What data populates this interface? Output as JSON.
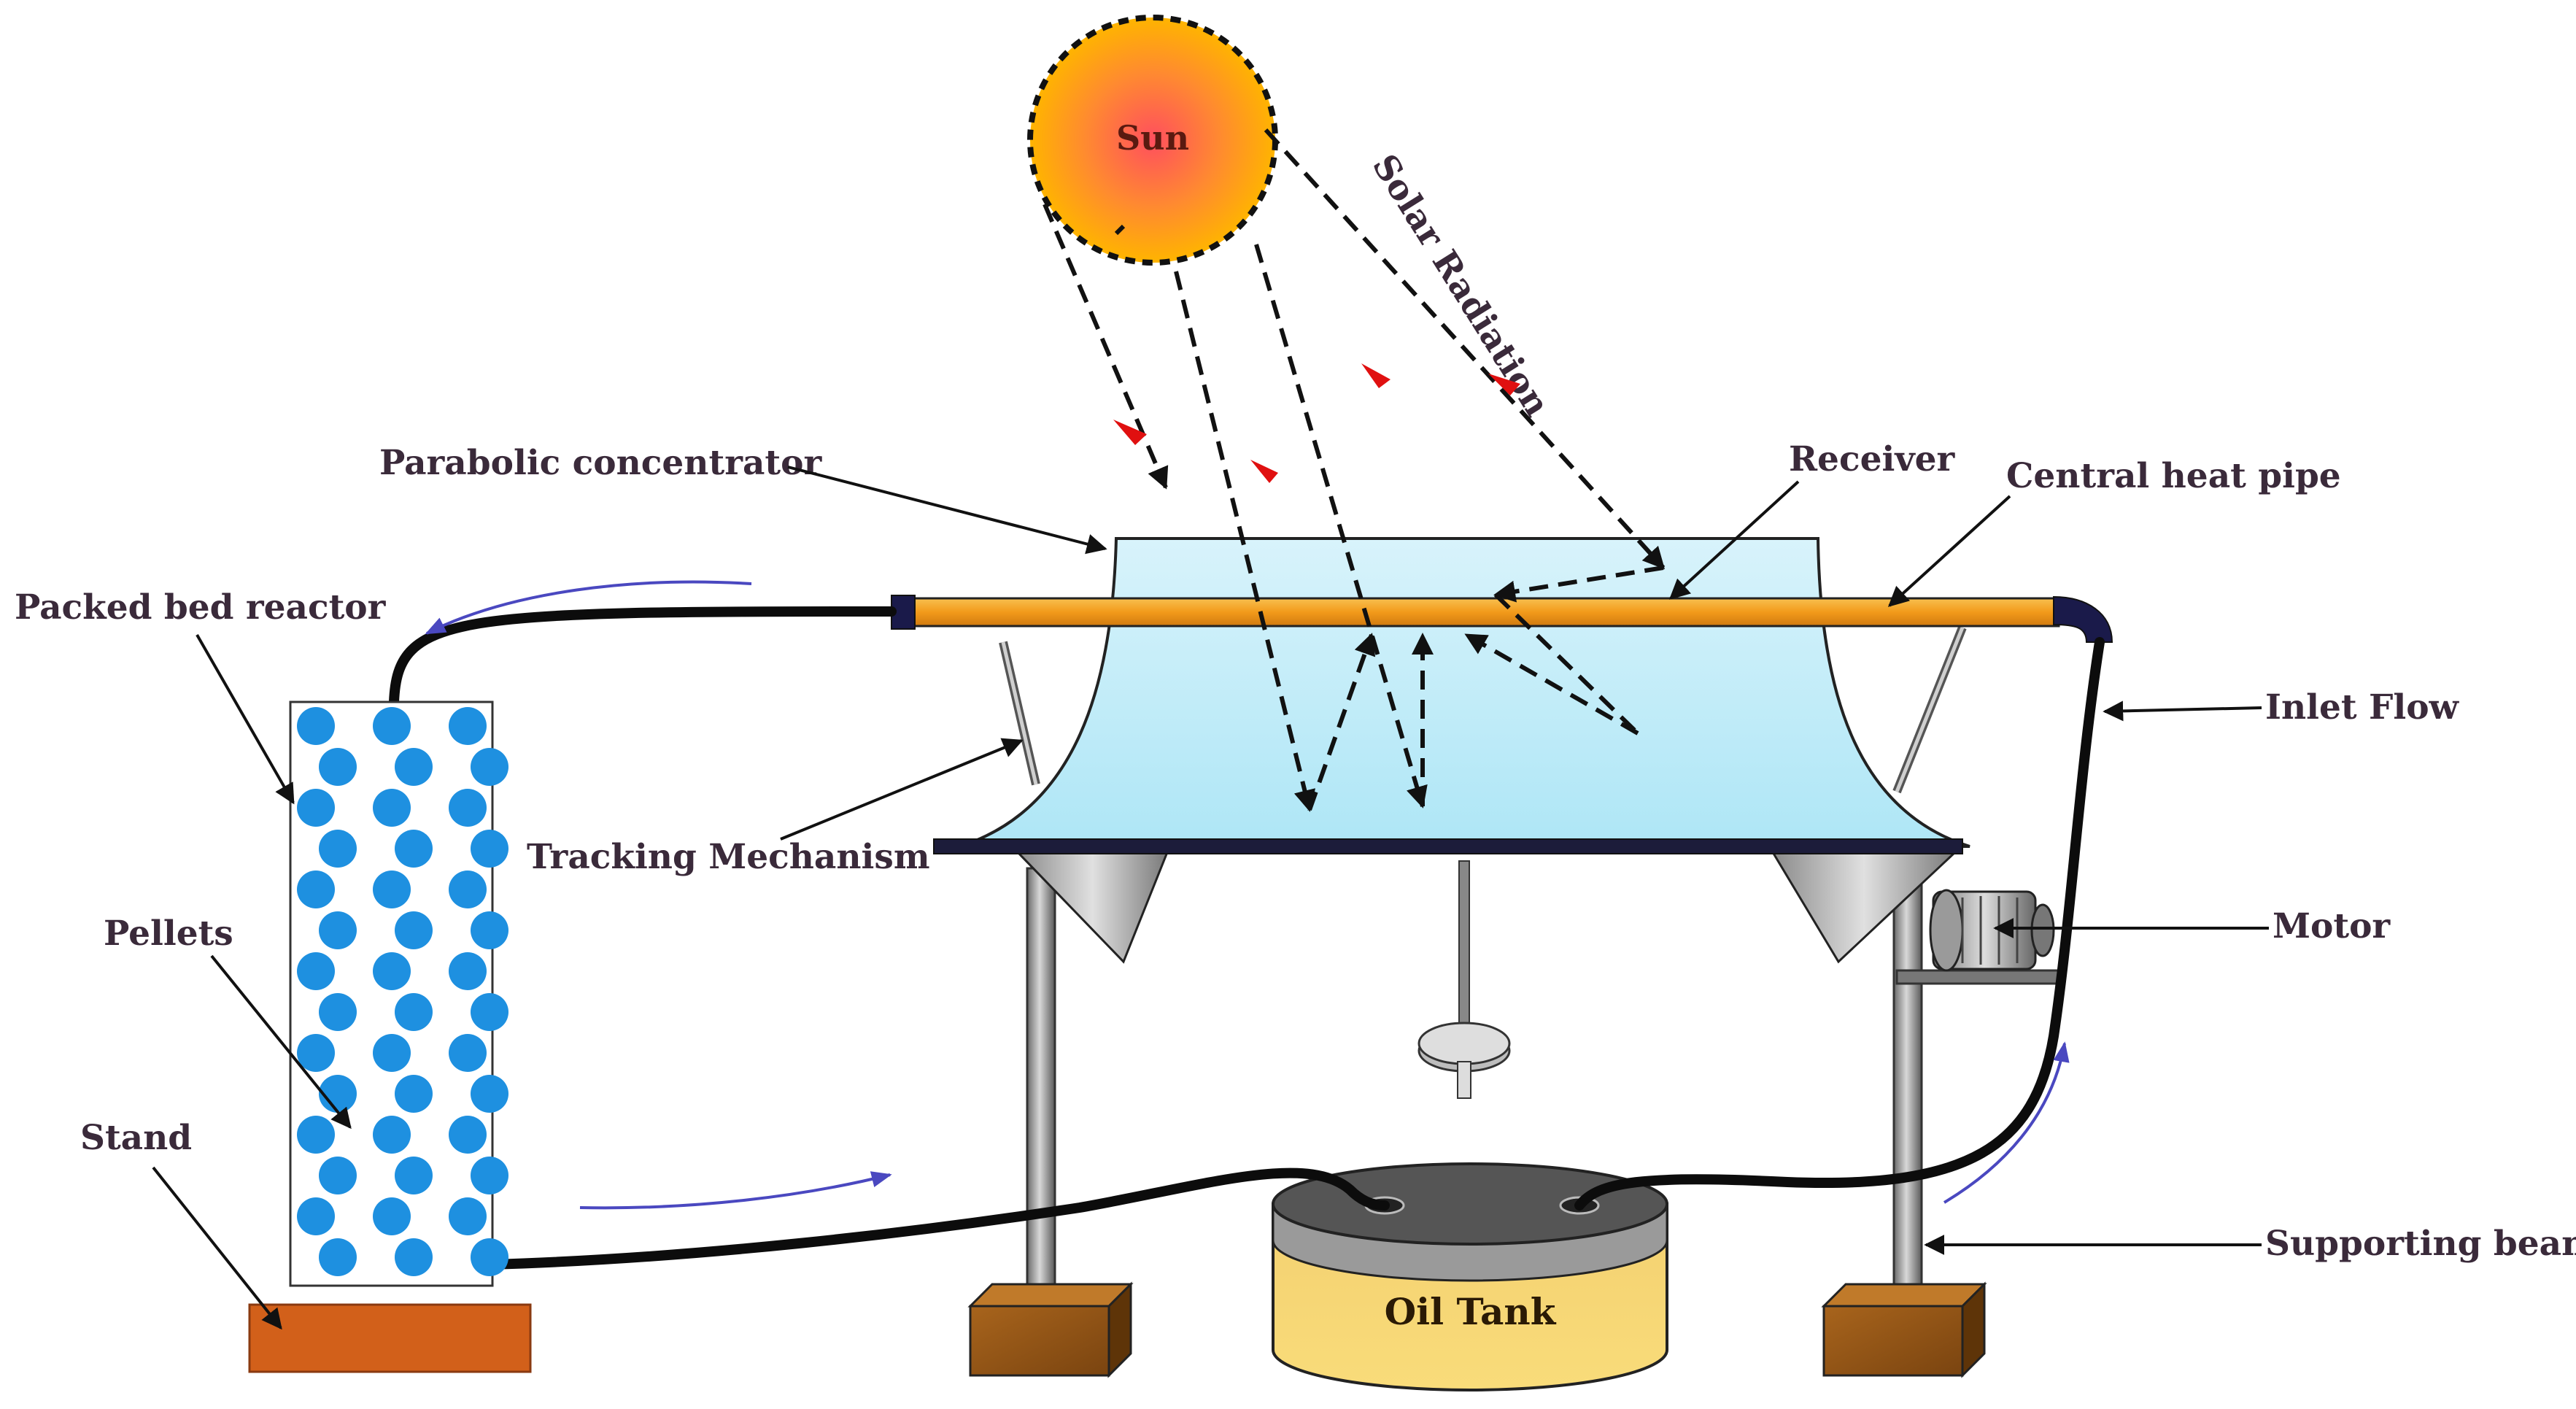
{
  "labels": {
    "sun": "Sun",
    "solar_radiation": "Solar Radiation",
    "parabolic_concentrator": "Parabolic concentrator",
    "receiver": "Receiver",
    "central_heat_pipe": "Central heat pipe",
    "packed_bed_reactor": "Packed bed reactor",
    "inlet_flow": "Inlet Flow",
    "tracking_mechanism": "Tracking Mechanism",
    "pellets": "Pellets",
    "motor": "Motor",
    "stand": "Stand",
    "supporting_beam": "Supporting beam",
    "oil_tank": "Oil Tank"
  },
  "colors": {
    "sun_core": "#ff5a5a",
    "sun_edge": "#ffb000",
    "heat_pipe": "#f4a12a",
    "concentrator": "#bfeaf7",
    "pellets": "#1e90e0",
    "stand": "#d2601a",
    "oil": "#f8d060",
    "flow_arrows": "#4a48c0",
    "ray_arrowheads": "#e01010"
  }
}
